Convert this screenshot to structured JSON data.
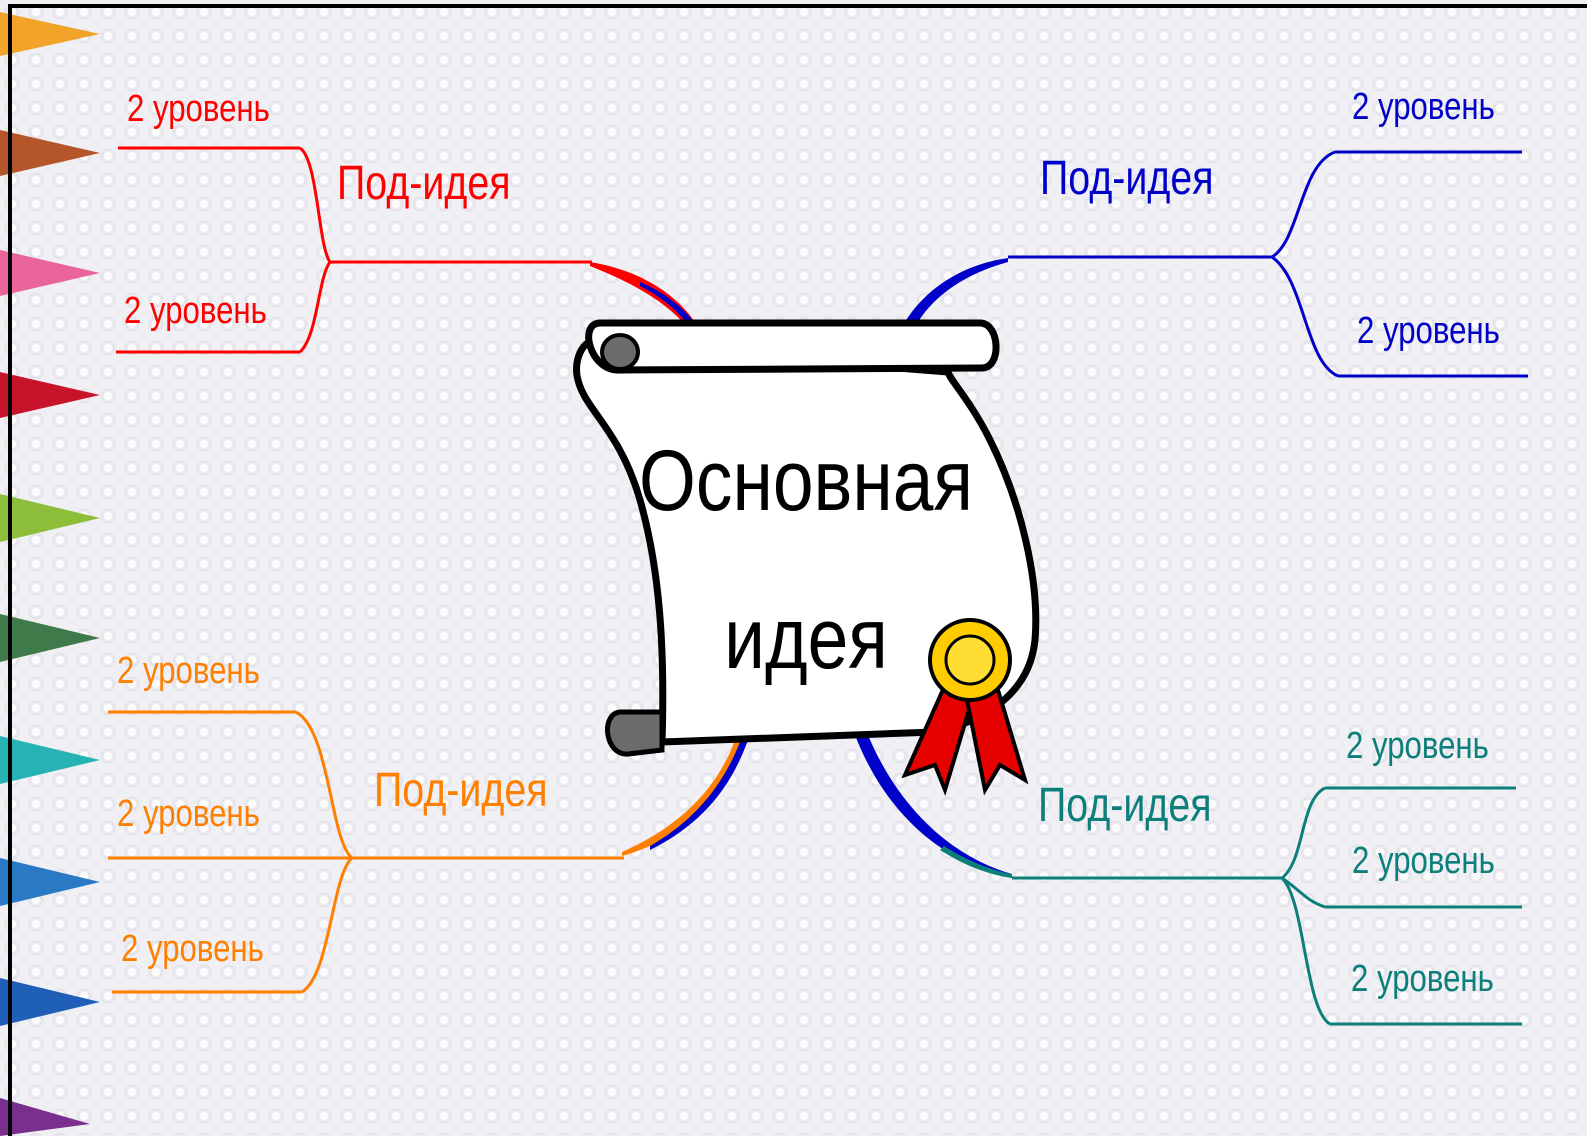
{
  "colors": {
    "red": "#ff0000",
    "blue": "#0000c8",
    "orange": "#ff7f00",
    "teal": "#0d7f7b",
    "ribbon": "#e60000",
    "seal": "#ffcc00"
  },
  "center": {
    "line1": "Основная",
    "line2": "идея"
  },
  "branches": {
    "top_left": {
      "title": "Под-идея",
      "levels": [
        "2 уровень",
        "2 уровень"
      ]
    },
    "top_right": {
      "title": "Под-идея",
      "levels": [
        "2 уровень",
        "2 уровень"
      ]
    },
    "bottom_left": {
      "title": "Под-идея",
      "levels": [
        "2 уровень",
        "2 уровень",
        "2 уровень"
      ]
    },
    "bottom_right": {
      "title": "Под-идея",
      "levels": [
        "2 уровень",
        "2 уровень",
        "2 уровень"
      ]
    }
  }
}
